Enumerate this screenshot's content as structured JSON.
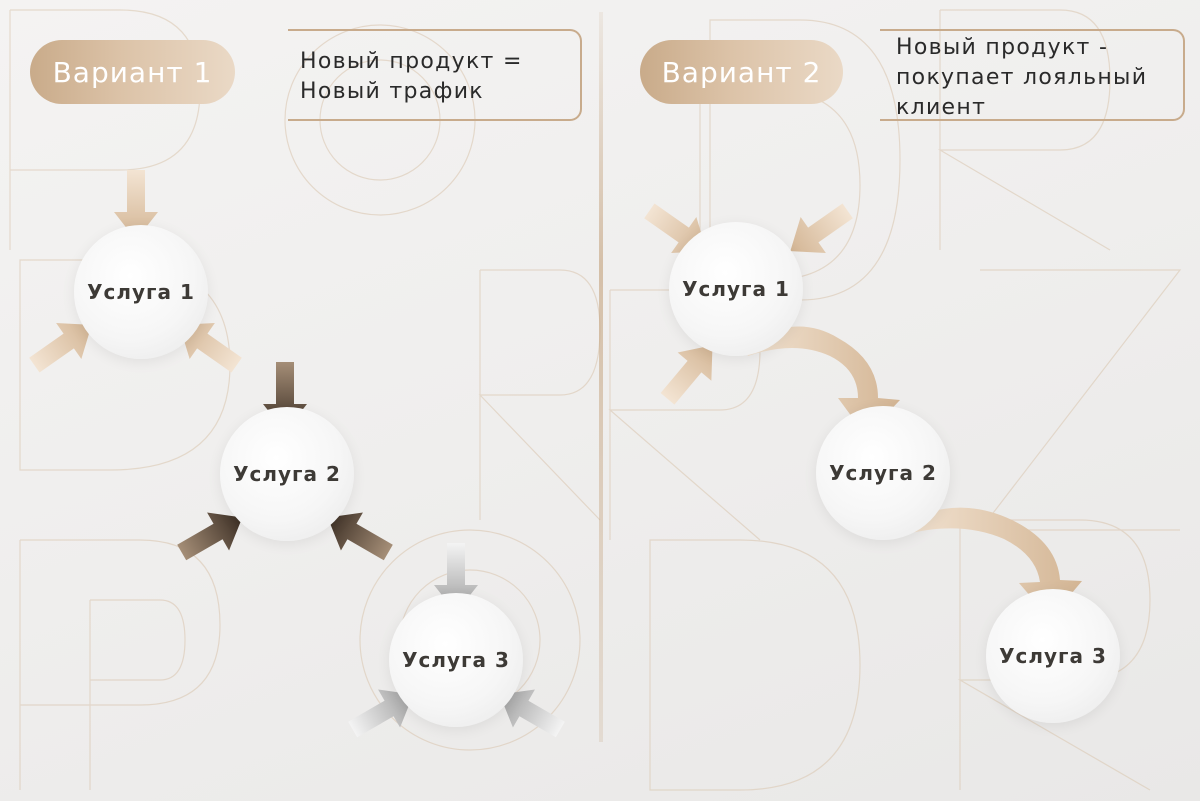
{
  "colors": {
    "accent": "#d4b798",
    "accent_light": "#ead9c6",
    "dark_arrow": "#4a3d32",
    "gray_arrow": "#a9a9a9",
    "label": "#3d3a36",
    "text": "#2a2a2a"
  },
  "variant1": {
    "title": "Вариант 1",
    "note_line1": "Новый продукт =",
    "note_line2": "Новый трафик",
    "nodes": [
      {
        "label": "Услуга 1",
        "arrow_style": "beige"
      },
      {
        "label": "Услуга 2",
        "arrow_style": "dark"
      },
      {
        "label": "Услуга 3",
        "arrow_style": "gray"
      }
    ]
  },
  "variant2": {
    "title": "Вариант 2",
    "note_line1": "Новый продукт -",
    "note_line2": "покупает лояльный",
    "note_line3": "клиент",
    "nodes": [
      {
        "label": "Услуга 1"
      },
      {
        "label": "Услуга 2"
      },
      {
        "label": "Услуга 3"
      }
    ]
  }
}
